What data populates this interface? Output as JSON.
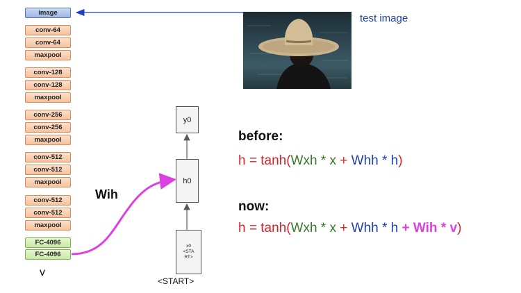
{
  "network": {
    "input_label": "image",
    "layers": [
      {
        "label": "conv-64",
        "kind": "conv"
      },
      {
        "label": "conv-64",
        "kind": "conv"
      },
      {
        "label": "maxpool",
        "kind": "conv"
      },
      {
        "label": "conv-128",
        "kind": "conv"
      },
      {
        "label": "conv-128",
        "kind": "conv"
      },
      {
        "label": "maxpool",
        "kind": "conv"
      },
      {
        "label": "conv-256",
        "kind": "conv"
      },
      {
        "label": "conv-256",
        "kind": "conv"
      },
      {
        "label": "maxpool",
        "kind": "conv"
      },
      {
        "label": "conv-512",
        "kind": "conv"
      },
      {
        "label": "conv-512",
        "kind": "conv"
      },
      {
        "label": "maxpool",
        "kind": "conv"
      },
      {
        "label": "conv-512",
        "kind": "conv"
      },
      {
        "label": "conv-512",
        "kind": "conv"
      },
      {
        "label": "maxpool",
        "kind": "conv"
      },
      {
        "label": "FC-4096",
        "kind": "fc"
      },
      {
        "label": "FC-4096",
        "kind": "fc"
      }
    ],
    "v_label": "v"
  },
  "test_image_label": "test image",
  "rnn": {
    "y0": "y0",
    "h0": "h0",
    "x0_lines": [
      "x0",
      "<STA",
      "RT>"
    ],
    "start_label": "<START>"
  },
  "connection_label": "Wih",
  "equations": {
    "before_heading": "before:",
    "before": {
      "p1": "h = tanh(",
      "p2": "Wxh * x",
      "p3": " + ",
      "p4": "Whh * h",
      "p5": ")"
    },
    "now_heading": "now:",
    "now": {
      "p1": "h = tanh(",
      "p2": "Wxh * x",
      "p3": " + ",
      "p4": "Whh * h",
      "p5": " + Wih * v",
      "p6": ")"
    }
  },
  "colors": {
    "red": "#d0232a",
    "green": "#3a7a28",
    "blue": "#1e3fb0",
    "magenta": "#dd3fe0",
    "arrow_blue": "#1f3fc8"
  }
}
